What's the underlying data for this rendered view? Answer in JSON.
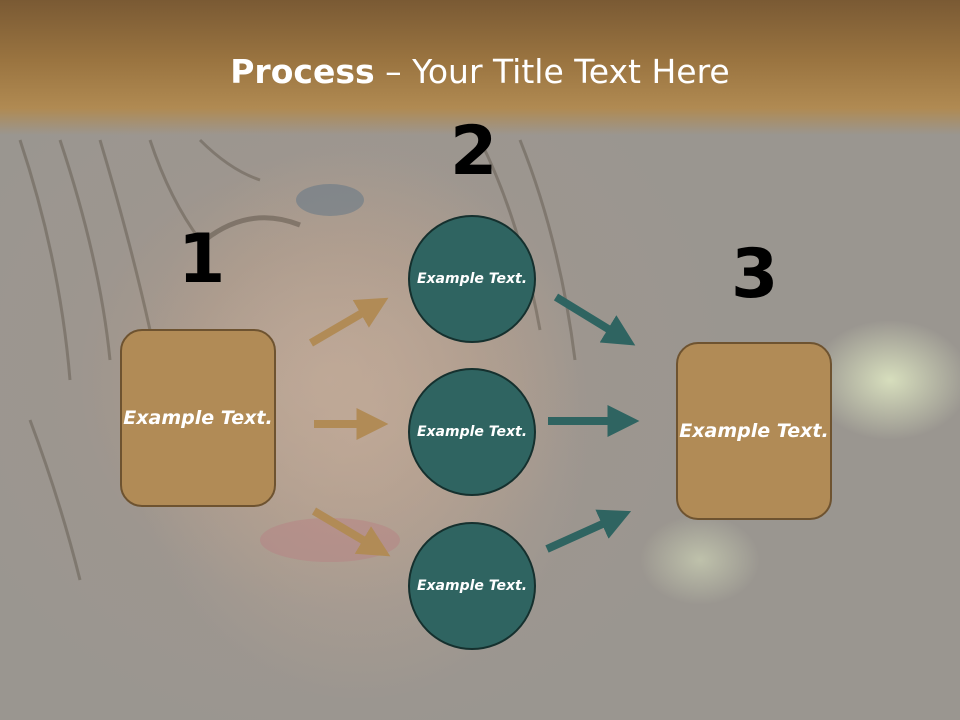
{
  "title": {
    "bold": "Process",
    "rest": " – Your Title Text Here"
  },
  "steps": [
    {
      "number": "1",
      "text": "Example Text."
    },
    {
      "number": "2",
      "text": "Example Text."
    },
    {
      "number": "3",
      "text": "Example Text."
    }
  ],
  "circles": [
    {
      "text": "Example Text."
    },
    {
      "text": "Example Text."
    },
    {
      "text": "Example Text."
    }
  ],
  "colors": {
    "box_fill": "#b18b56",
    "circle_fill": "#2f6461",
    "arrow_tan": "#b18b56",
    "arrow_teal": "#2f6461",
    "title_band": "#9a7440"
  }
}
